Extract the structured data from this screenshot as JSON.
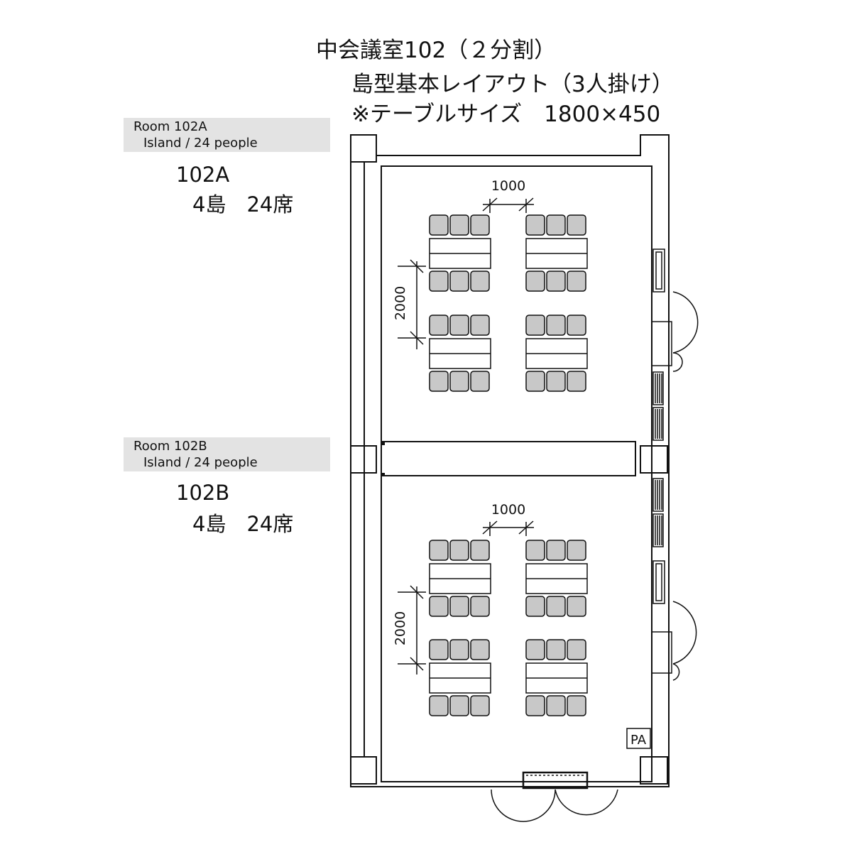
{
  "header": {
    "title_line1": "中会議室102（２分割）",
    "title_line2": "島型基本レイアウト（3人掛け）",
    "title_line3": "※テーブルサイズ　1800×450"
  },
  "rooms": [
    {
      "banner_line1": "Room 102A",
      "banner_line2": "Island / 24 people",
      "name": "102A",
      "summary": "4島　24席",
      "dim_horizontal": "1000",
      "dim_vertical": "2000"
    },
    {
      "banner_line1": "Room 102B",
      "banner_line2": "Island / 24 people",
      "name": "102B",
      "summary": "4島　24席",
      "dim_horizontal": "1000",
      "dim_vertical": "2000"
    }
  ],
  "equipment": {
    "pa_label": "PA"
  },
  "colors": {
    "chair_fill": "#c8c8c8",
    "stroke": "#111111",
    "banner_bg": "#e3e3e3"
  }
}
